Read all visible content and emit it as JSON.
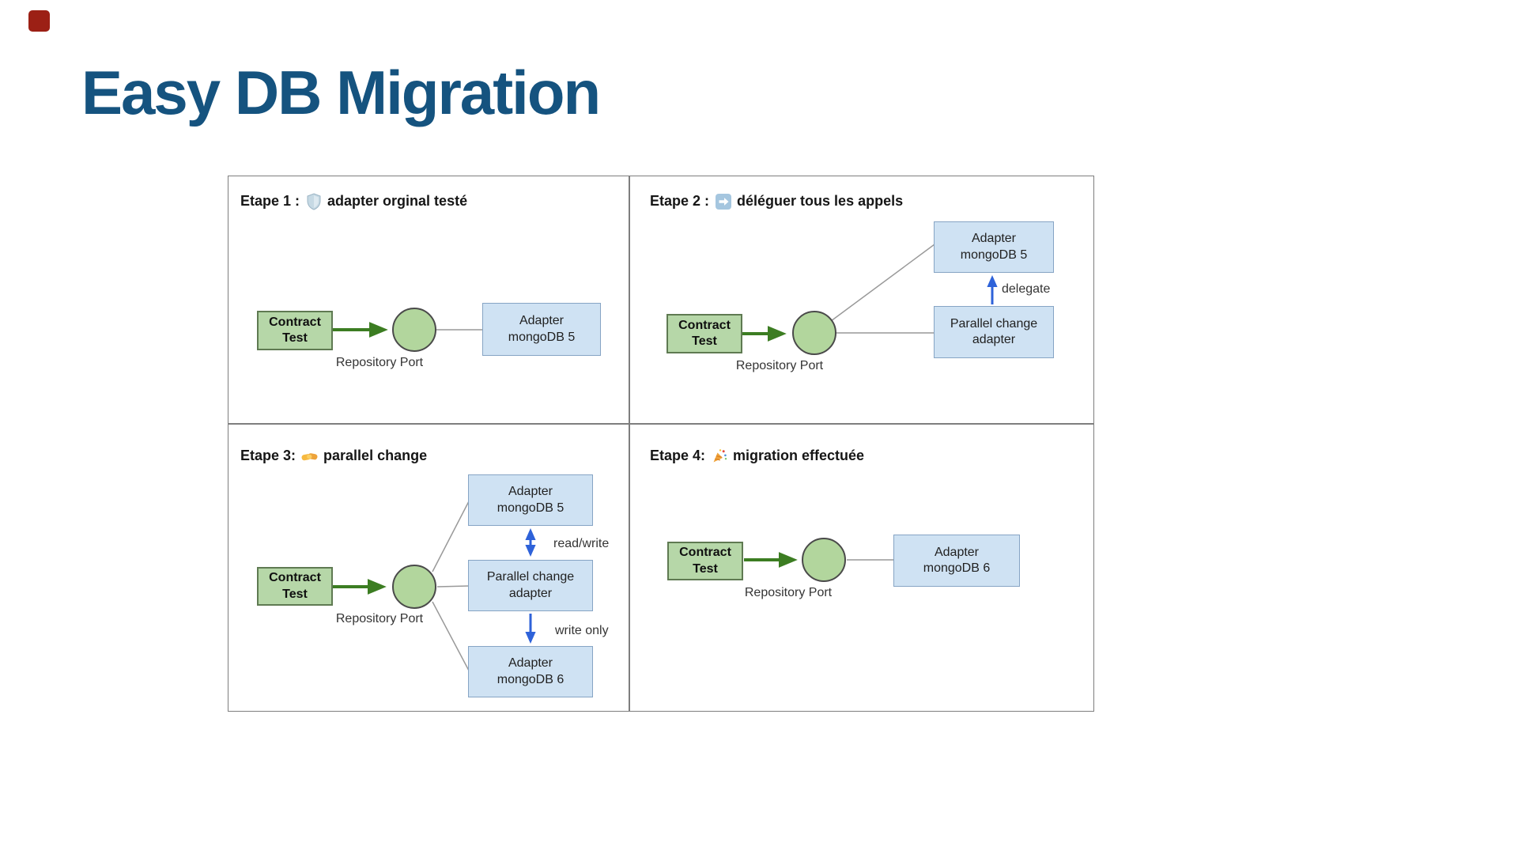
{
  "slide": {
    "title": "Easy DB Migration"
  },
  "diagram": {
    "panels": [
      {
        "step": "Etape 1 :",
        "icon": "shield",
        "caption": "adapter orginal testé"
      },
      {
        "step": "Etape 2 :",
        "icon": "arrow-right",
        "caption": "déléguer tous les appels"
      },
      {
        "step": "Etape 3:",
        "icon": "handshake",
        "caption": "parallel change"
      },
      {
        "step": "Etape 4:",
        "icon": "party-popper",
        "caption": "migration effectuée"
      }
    ],
    "labels": {
      "contract_test": "Contract\nTest",
      "repository_port": "Repository Port",
      "adapter_mongodb5": "Adapter\nmongoDB 5",
      "adapter_mongodb6": "Adapter\nmongoDB 6",
      "parallel_change_adapter": "Parallel change\nadapter",
      "delegate": "delegate",
      "read_write": "read/write",
      "write_only": "write only"
    },
    "colors": {
      "title": "#15537f",
      "green_node_fill": "#b6d7a8",
      "green_node_border": "#5f7a52",
      "circle_fill": "#b2d69d",
      "blue_node_fill": "#cfe2f3",
      "blue_node_border": "#86a4c4",
      "arrow_green": "#3c7d22",
      "arrow_blue": "#2e62d9",
      "connector_gray": "#999999",
      "frame_border": "#7e7e7e"
    }
  }
}
